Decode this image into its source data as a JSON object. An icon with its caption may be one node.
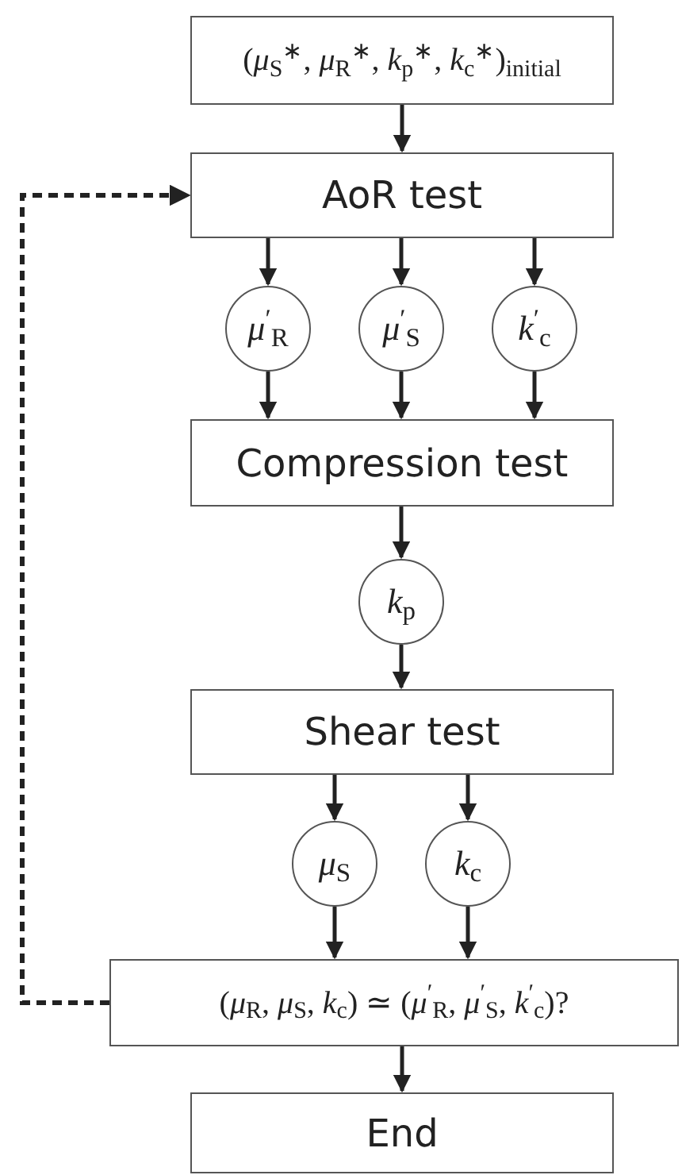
{
  "diagram": {
    "nodes": [
      {
        "text": [
          "(*μ*$_{S}$$^{∗}$, *μ*$_{R}$$^{∗}$, *k*$_{p}$$^{∗}$, *k*$_{c}$$^{∗}$)$_{initial}$"
        ]
      },
      {
        "text": [
          "AoR test"
        ]
      },
      {
        "text": [
          "*μ*$^{′}$$_{R}$"
        ]
      },
      {
        "text": [
          "*μ*$^{′}$$_{S}$"
        ]
      },
      {
        "text": [
          "*k*$^{′}$$_{c}$"
        ]
      },
      {
        "text": [
          "Compression test"
        ]
      },
      {
        "text": [
          "*k*$_{p}$"
        ]
      },
      {
        "text": [
          "Shear test"
        ]
      },
      {
        "text": [
          "*μ*$_{S}$"
        ]
      },
      {
        "text": [
          "*k*$_{c}$"
        ]
      },
      {
        "text": [
          "(*μ*$_{R}$, *μ*$_{S}$, *k*$_{c}$) ≃ (*μ*$^{′}$$_{R}$, *μ*$^{′}$$_{S}$, *k*$^{′}$$_{c}$)?"
        ]
      },
      {
        "text": [
          "End"
        ]
      }
    ],
    "edges": [
      {
        "from": 0,
        "to": 1,
        "arrow": "to"
      },
      {
        "from": 1,
        "to": 2,
        "arrow": "to"
      },
      {
        "from": 1,
        "to": 3,
        "arrow": "to"
      },
      {
        "from": 1,
        "to": 4,
        "arrow": "to"
      },
      {
        "from": 2,
        "to": 5,
        "arrow": "to"
      },
      {
        "from": 3,
        "to": 5,
        "arrow": "to"
      },
      {
        "from": 4,
        "to": 5,
        "arrow": "to"
      },
      {
        "from": 5,
        "to": 6,
        "arrow": "to"
      },
      {
        "from": 6,
        "to": 7,
        "arrow": "to"
      },
      {
        "from": 7,
        "to": 8,
        "arrow": "to"
      },
      {
        "from": 7,
        "to": 9,
        "arrow": "to"
      },
      {
        "from": 8,
        "to": 10,
        "arrow": "to"
      },
      {
        "from": 9,
        "to": 10,
        "arrow": "to"
      },
      {
        "from": 10,
        "to": 11,
        "arrow": "to"
      },
      {
        "from": 10,
        "to": 1,
        "arrow": "to",
        "style": "dashed"
      }
    ]
  }
}
